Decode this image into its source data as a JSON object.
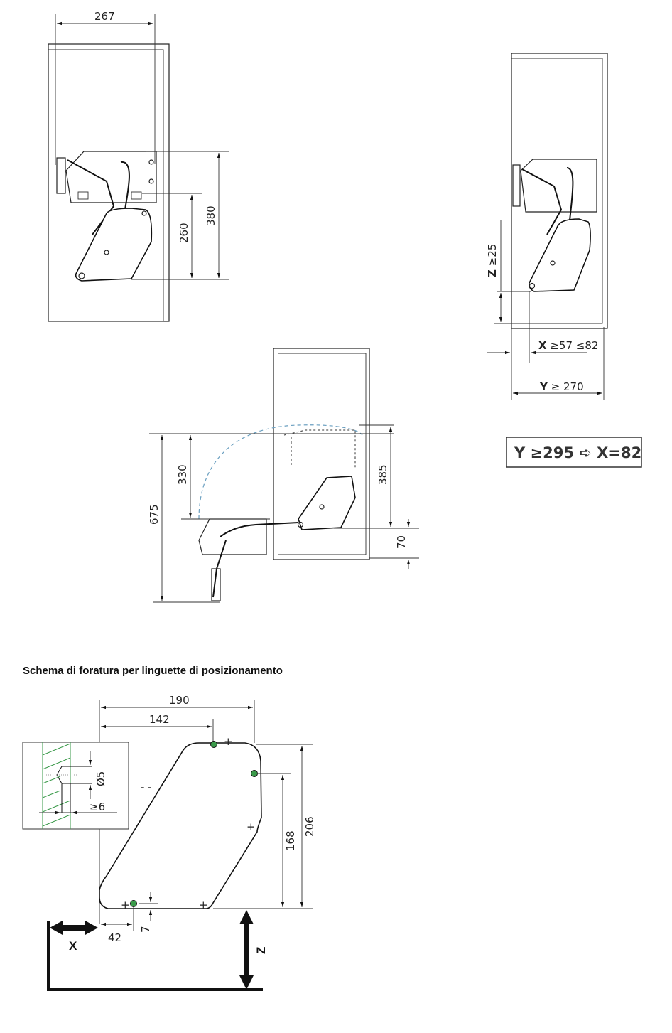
{
  "top_left_view": {
    "width_dim": "267",
    "height_dim_outer": "380",
    "height_dim_inner": "260"
  },
  "right_view": {
    "z_label": "Z",
    "z_value": "≥25",
    "x_label": "X",
    "x_value": "≥57 ≤82",
    "y_label": "Y",
    "y_value": "≥ 270",
    "rule_box": "Y ≥295 ➪ X=82"
  },
  "middle_view": {
    "dim_675": "675",
    "dim_330": "330",
    "dim_385": "385",
    "dim_70": "70"
  },
  "drilling": {
    "title": "Schema di foratura per linguette di posizionamento",
    "dim_190": "190",
    "dim_142": "142",
    "dim_168": "168",
    "dim_206": "206",
    "dim_42": "42",
    "dim_7": "7",
    "detail_diameter": "Ø5",
    "detail_depth": "≥6",
    "x_label": "X",
    "z_label": "Z",
    "hole_color": "#3a9a4a"
  }
}
